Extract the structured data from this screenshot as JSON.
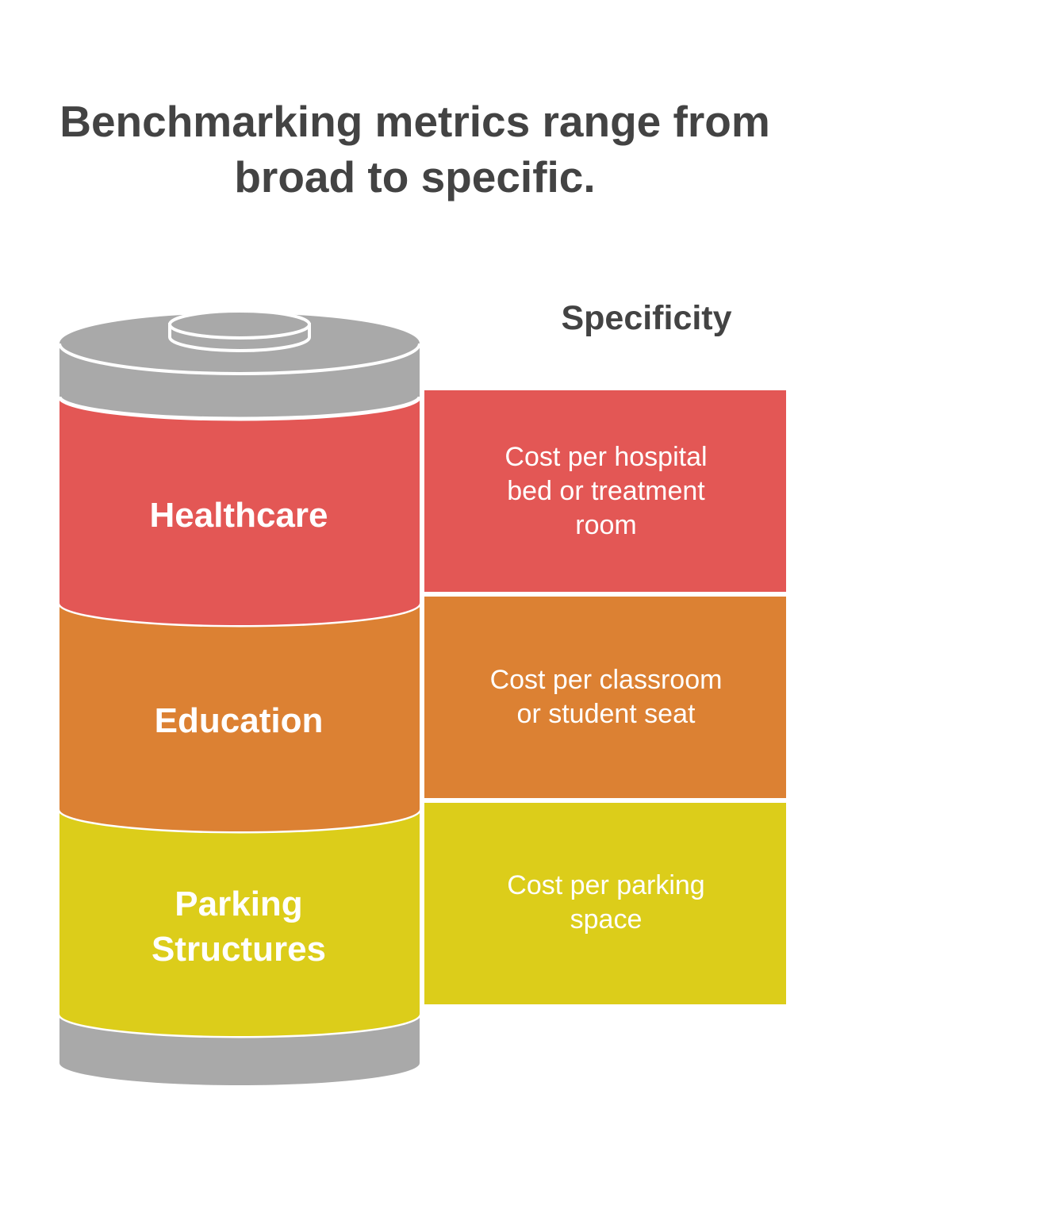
{
  "title": {
    "line1": "Benchmarking metrics range from",
    "line2": "broad to specific."
  },
  "axis_label": "Specificity",
  "colors": {
    "healthcare": "#e35755",
    "education": "#dc8133",
    "parking": "#dccd1a",
    "cap": "#a9a9a9",
    "text": "#434343"
  },
  "segments": [
    {
      "id": "healthcare",
      "label_lines": [
        "Healthcare"
      ],
      "description_lines": [
        "Cost per hospital",
        "bed or treatment",
        "room"
      ]
    },
    {
      "id": "education",
      "label_lines": [
        "Education"
      ],
      "description_lines": [
        "Cost per classroom",
        "or student seat"
      ]
    },
    {
      "id": "parking",
      "label_lines": [
        "Parking",
        "Structures"
      ],
      "description_lines": [
        "Cost per parking",
        "space"
      ]
    }
  ]
}
